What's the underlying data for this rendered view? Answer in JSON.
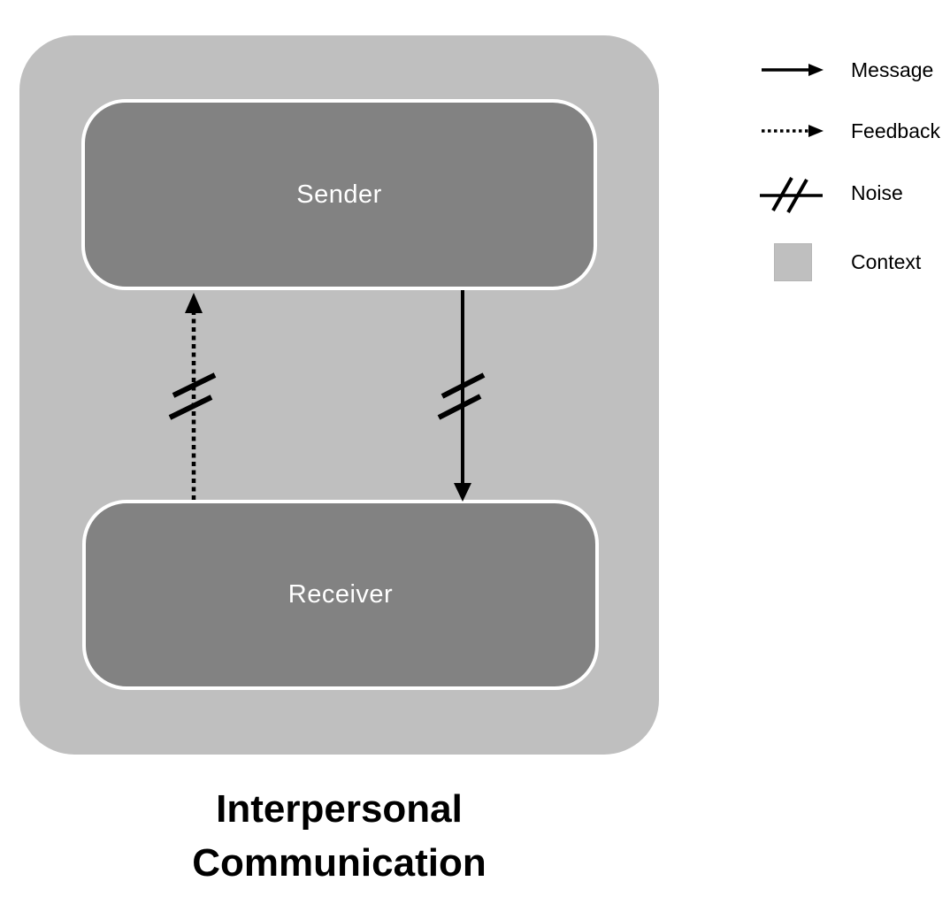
{
  "title": {
    "text": "Interpersonal\nCommunication"
  },
  "diagram": {
    "sender_label": "Sender",
    "receiver_label": "Receiver",
    "message_arrow": {
      "direction": "sender-to-receiver",
      "style": "solid",
      "has_noise": true
    },
    "feedback_arrow": {
      "direction": "receiver-to-sender",
      "style": "dotted",
      "has_noise": true
    }
  },
  "legend": {
    "items": [
      {
        "id": "message",
        "label": "Message",
        "symbol": "solid-arrow"
      },
      {
        "id": "feedback",
        "label": "Feedback",
        "symbol": "dotted-arrow"
      },
      {
        "id": "noise",
        "label": "Noise",
        "symbol": "double-slash"
      },
      {
        "id": "context",
        "label": "Context",
        "symbol": "gray-square"
      }
    ]
  },
  "colors": {
    "background": "#FFFFFF",
    "context_fill": "#BFBFBF",
    "entity_fill": "#828282",
    "entity_border": "#FFFFFF",
    "line_color": "#000000",
    "title_color": "#000000"
  }
}
